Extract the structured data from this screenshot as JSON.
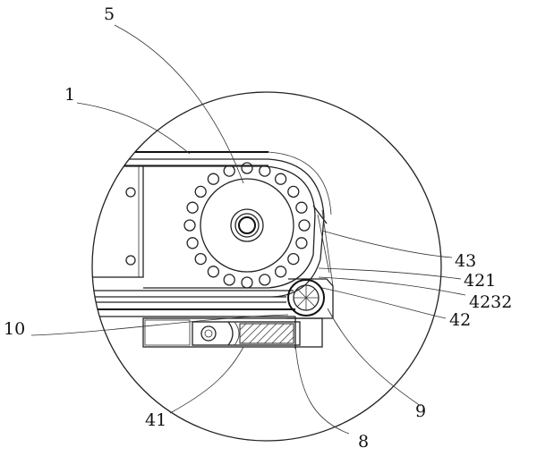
{
  "labels": {
    "l5": "5",
    "l1": "1",
    "l43": "43",
    "l421": "421",
    "l4232": "4232",
    "l10": "10",
    "l42": "42",
    "l41": "41",
    "l9": "9",
    "l8": "8"
  }
}
